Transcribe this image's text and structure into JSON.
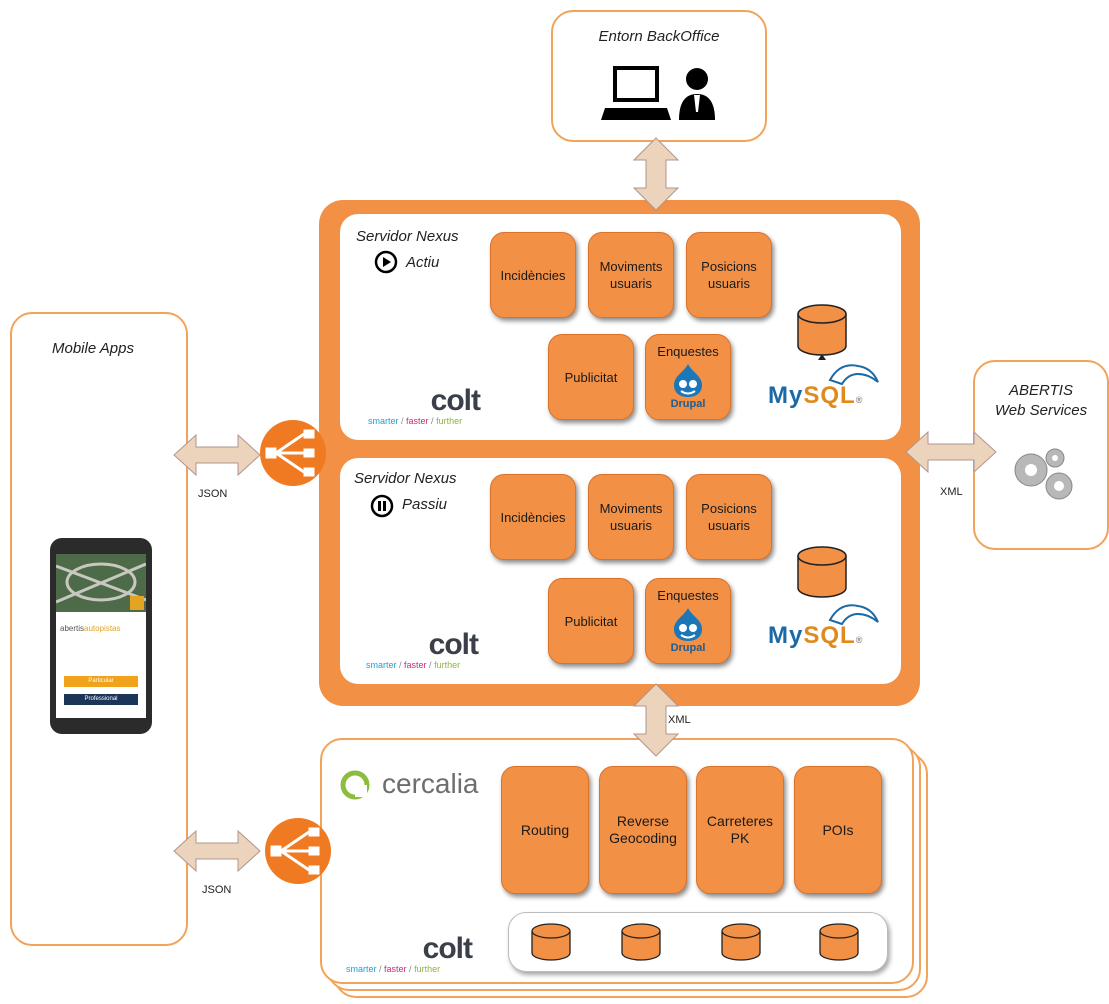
{
  "backoffice": {
    "title": "Entorn BackOffice",
    "laptop_icon": "laptop-icon",
    "user_icon": "user-icon"
  },
  "mobile": {
    "title": "Mobile Apps",
    "phone": {
      "logo_a": "abertis",
      "logo_b": "autopistas",
      "btn1": "Particular",
      "btn2": "Professional"
    }
  },
  "abertis": {
    "line1": "ABERTIS",
    "line2": "Web Services",
    "icon": "gears-icon"
  },
  "server_active": {
    "title": "Servidor Nexus",
    "status": "Actiu",
    "status_icon": "play-icon",
    "modules": [
      "Incidències",
      "Moviments usuaris",
      "Posicions usuaris",
      "Publicitat",
      "Enquestes"
    ],
    "drupal": "Drupal"
  },
  "server_passive": {
    "title": "Servidor Nexus",
    "status": "Passiu",
    "status_icon": "pause-icon",
    "modules": [
      "Incidències",
      "Moviments usuaris",
      "Posicions usuaris",
      "Publicitat",
      "Enquestes"
    ],
    "drupal": "Drupal"
  },
  "mysql": {
    "my": "My",
    "sql": "SQL",
    "dot": "®"
  },
  "colt": {
    "word": "colt",
    "s1": "smarter",
    "s2": "faster",
    "s3": "further",
    "sep": " / "
  },
  "cercalia": {
    "name": "cercalia",
    "modules": [
      "Routing",
      "Reverse Geocoding",
      "Carreteres PK",
      "POIs"
    ]
  },
  "connectors": {
    "json_top": "JSON",
    "json_bottom": "JSON",
    "xml_right": "XML",
    "xml_mid": "XML"
  },
  "colors": {
    "orange": "#f29045",
    "frame": "#f2a35a",
    "arrow": "#ecd3bc"
  }
}
